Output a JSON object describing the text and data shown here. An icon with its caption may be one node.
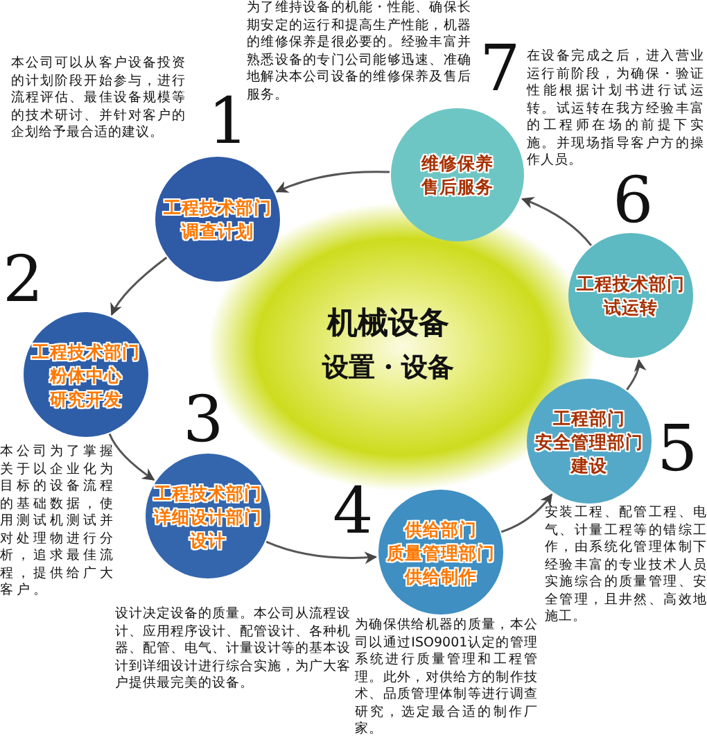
{
  "diagram": {
    "nodes": [
      {
        "text": [
          "机械设备",
          "设置・设备"
        ]
      },
      {
        "text": [
          "工程技术部门",
          "调查计划"
        ],
        "beside": [
          "1",
          "本公司可以从客户设备投资的计划阶段开始参与，进行流程评估、最佳设备规模等的技术研讨、并针对客户的企划给予最合适的建议。"
        ]
      },
      {
        "text": [
          "工程技术部门",
          "粉体中心",
          "研究开发"
        ],
        "beside": [
          "2",
          "本公司为了掌握关于以企业化为目标的设备流程的基础数据，使用测试机测试并对处理物进行分析，追求最佳流程，提供给广大客户。"
        ]
      },
      {
        "text": [
          "工程技术部门",
          "详细设计部门",
          "设计"
        ],
        "beside": [
          "3",
          "设计决定设备的质量。本公司从流程设计、应用程序设计、配管设计、各种机器、配管、电气、计量设计等的基本设计到详细设计进行综合实施，为广大客户提供最完美的设备。"
        ]
      },
      {
        "text": [
          "供给部门",
          "质量管理部门",
          "供给制作"
        ],
        "beside": [
          "4",
          "为确保供给机器的质量，本公司以通过ISO9001认定的管理系统进行质量管理和工程管理。此外，对供给方的制作技术、品质管理体制等进行调查研究，选定最合适的制作厂家。"
        ]
      },
      {
        "text": [
          "工程部门",
          "安全管理部门",
          "建设"
        ],
        "beside": [
          "5",
          "安装工程、配管工程、电气、计量工程等的错综工作，由系统化管理体制下经验丰富的专业技术人员实施综合的质量管理、安全管理，且井然、高效地施工。"
        ]
      },
      {
        "text": [
          "工程技术部门",
          "试运转"
        ],
        "beside": [
          "6",
          "在设备完成之后，进入营业运行前阶段，为确保・验证性能根据计划书进行试运转。试运转在我方经验丰富的工程师在场的前提下实施。并现场指导客户方的操作人员。"
        ]
      },
      {
        "text": [
          "维修保养",
          "售后服务"
        ],
        "beside": [
          "7",
          "为了维持设备的机能・性能、确保长期安定的运行和提高生产性能，机器的维修保养是很必要的。经验丰富并熟悉设备的专门公司能够迅速、准确地解决本公司设备的维修保养及售后服务。"
        ]
      }
    ],
    "edges": [
      {
        "from": 1,
        "to": 2,
        "arrow": "to"
      },
      {
        "from": 2,
        "to": 3,
        "arrow": "to"
      },
      {
        "from": 3,
        "to": 4,
        "arrow": "to"
      },
      {
        "from": 4,
        "to": 5,
        "arrow": "to"
      },
      {
        "from": 5,
        "to": 6,
        "arrow": "to"
      },
      {
        "from": 6,
        "to": 7,
        "arrow": "to"
      },
      {
        "from": 7,
        "to": 1,
        "arrow": "to"
      }
    ]
  }
}
